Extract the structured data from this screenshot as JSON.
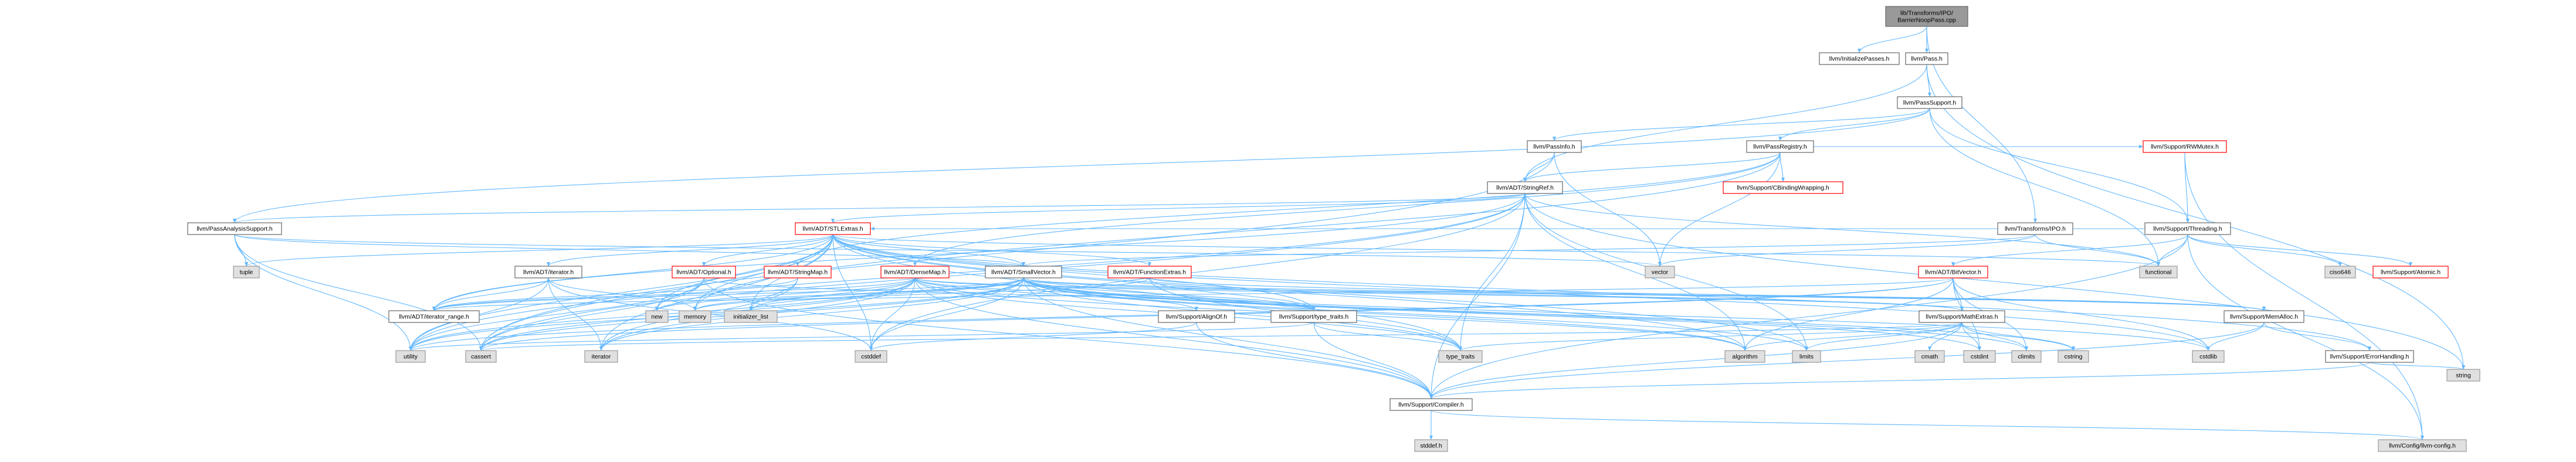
{
  "diagram": {
    "colors": {
      "edge": "#63b8ff",
      "root_fill": "#999999",
      "internal_fill": "#ffffff",
      "internal_border": "#666666",
      "red_border": "#ff0000",
      "external_fill": "#e0e0e0",
      "external_border": "#999999"
    },
    "nodes": [
      {
        "id": "n0",
        "label": "lib/Transforms/IPO/\nBarrierNoopPass.cpp",
        "kind": "root"
      },
      {
        "id": "n1",
        "label": "llvm/InitializePasses.h",
        "kind": "internal"
      },
      {
        "id": "n2",
        "label": "llvm/Pass.h",
        "kind": "internal"
      },
      {
        "id": "n3",
        "label": "llvm/Transforms/IPO.h",
        "kind": "internal"
      },
      {
        "id": "n4",
        "label": "llvm/PassSupport.h",
        "kind": "internal"
      },
      {
        "id": "n5",
        "label": "string",
        "kind": "external"
      },
      {
        "id": "n6",
        "label": "llvm/PassInfo.h",
        "kind": "internal"
      },
      {
        "id": "n7",
        "label": "llvm/PassRegistry.h",
        "kind": "internal"
      },
      {
        "id": "n8",
        "label": "llvm/PassAnalysisSupport.h",
        "kind": "internal"
      },
      {
        "id": "n9",
        "label": "llvm/Support/Threading.h",
        "kind": "internal"
      },
      {
        "id": "n10",
        "label": "functional",
        "kind": "external"
      },
      {
        "id": "n11",
        "label": "llvm/ADT/StringRef.h",
        "kind": "internal"
      },
      {
        "id": "n12",
        "label": "llvm/Support/CBindingWrapping.h",
        "kind": "red"
      },
      {
        "id": "n13",
        "label": "llvm/Support/RWMutex.h",
        "kind": "red"
      },
      {
        "id": "n14",
        "label": "llvm/ADT/STLExtras.h",
        "kind": "red"
      },
      {
        "id": "n15",
        "label": "llvm/ADT/iterator.h",
        "kind": "internal"
      },
      {
        "id": "n16",
        "label": "llvm/ADT/Optional.h",
        "kind": "red"
      },
      {
        "id": "n17",
        "label": "llvm/ADT/StringMap.h",
        "kind": "red"
      },
      {
        "id": "n18",
        "label": "llvm/ADT/DenseMap.h",
        "kind": "red"
      },
      {
        "id": "n19",
        "label": "llvm/ADT/SmallVector.h",
        "kind": "internal"
      },
      {
        "id": "n20",
        "label": "llvm/ADT/FunctionExtras.h",
        "kind": "red"
      },
      {
        "id": "n21",
        "label": "llvm/ADT/BitVector.h",
        "kind": "red"
      },
      {
        "id": "n22",
        "label": "llvm/Support/Atomic.h",
        "kind": "red"
      },
      {
        "id": "n23",
        "label": "ciso646",
        "kind": "external"
      },
      {
        "id": "n24",
        "label": "tuple",
        "kind": "external"
      },
      {
        "id": "n25",
        "label": "vector",
        "kind": "external"
      },
      {
        "id": "n26",
        "label": "new",
        "kind": "external"
      },
      {
        "id": "n27",
        "label": "memory",
        "kind": "external"
      },
      {
        "id": "n28",
        "label": "initializer_list",
        "kind": "external"
      },
      {
        "id": "n29",
        "label": "llvm/ADT/iterator_range.h",
        "kind": "internal"
      },
      {
        "id": "n30",
        "label": "llvm/Support/AlignOf.h",
        "kind": "internal"
      },
      {
        "id": "n31",
        "label": "llvm/Support/type_traits.h",
        "kind": "internal"
      },
      {
        "id": "n32",
        "label": "llvm/Support/MathExtras.h",
        "kind": "internal"
      },
      {
        "id": "n33",
        "label": "llvm/Support/MemAlloc.h",
        "kind": "internal"
      },
      {
        "id": "n34",
        "label": "llvm/Support/ErrorHandling.h",
        "kind": "internal"
      },
      {
        "id": "n35",
        "label": "utility",
        "kind": "external"
      },
      {
        "id": "n36",
        "label": "cassert",
        "kind": "external"
      },
      {
        "id": "n37",
        "label": "iterator",
        "kind": "external"
      },
      {
        "id": "n38",
        "label": "cstddef",
        "kind": "external"
      },
      {
        "id": "n39",
        "label": "type_traits",
        "kind": "external"
      },
      {
        "id": "n40",
        "label": "algorithm",
        "kind": "external"
      },
      {
        "id": "n41",
        "label": "limits",
        "kind": "external"
      },
      {
        "id": "n42",
        "label": "cmath",
        "kind": "external"
      },
      {
        "id": "n43",
        "label": "cstdint",
        "kind": "external"
      },
      {
        "id": "n44",
        "label": "climits",
        "kind": "external"
      },
      {
        "id": "n45",
        "label": "cstring",
        "kind": "external"
      },
      {
        "id": "n46",
        "label": "cstdlib",
        "kind": "external"
      },
      {
        "id": "n47",
        "label": "llvm/Support/Compiler.h",
        "kind": "internal"
      },
      {
        "id": "n48",
        "label": "stddef.h",
        "kind": "external"
      },
      {
        "id": "n49",
        "label": "llvm/Config/llvm-config.h",
        "kind": "external"
      }
    ],
    "edges": [
      [
        "n0",
        "n1"
      ],
      [
        "n0",
        "n2"
      ],
      [
        "n0",
        "n3"
      ],
      [
        "n2",
        "n4"
      ],
      [
        "n2",
        "n5"
      ],
      [
        "n2",
        "n11"
      ],
      [
        "n3",
        "n10"
      ],
      [
        "n3",
        "n25"
      ],
      [
        "n3",
        "n19"
      ],
      [
        "n4",
        "n6"
      ],
      [
        "n4",
        "n7"
      ],
      [
        "n4",
        "n8"
      ],
      [
        "n4",
        "n9"
      ],
      [
        "n4",
        "n10"
      ],
      [
        "n6",
        "n11"
      ],
      [
        "n6",
        "n25"
      ],
      [
        "n6",
        "n36"
      ],
      [
        "n7",
        "n11"
      ],
      [
        "n7",
        "n12"
      ],
      [
        "n7",
        "n13"
      ],
      [
        "n7",
        "n17"
      ],
      [
        "n7",
        "n18"
      ],
      [
        "n7",
        "n25"
      ],
      [
        "n7",
        "n27"
      ],
      [
        "n8",
        "n24"
      ],
      [
        "n8",
        "n25"
      ],
      [
        "n8",
        "n35"
      ],
      [
        "n8",
        "n36"
      ],
      [
        "n8",
        "n19"
      ],
      [
        "n9",
        "n10"
      ],
      [
        "n9",
        "n23"
      ],
      [
        "n9",
        "n22"
      ],
      [
        "n9",
        "n21"
      ],
      [
        "n9",
        "n14"
      ],
      [
        "n9",
        "n47"
      ],
      [
        "n9",
        "n49"
      ],
      [
        "n11",
        "n14"
      ],
      [
        "n11",
        "n29"
      ],
      [
        "n11",
        "n47"
      ],
      [
        "n11",
        "n40"
      ],
      [
        "n11",
        "n36"
      ],
      [
        "n11",
        "n38"
      ],
      [
        "n11",
        "n39"
      ],
      [
        "n11",
        "n41"
      ],
      [
        "n11",
        "n5"
      ],
      [
        "n11",
        "n35"
      ],
      [
        "n11",
        "n10"
      ],
      [
        "n11",
        "n8"
      ],
      [
        "n13",
        "n9"
      ],
      [
        "n13",
        "n49"
      ],
      [
        "n14",
        "n15"
      ],
      [
        "n14",
        "n16"
      ],
      [
        "n14",
        "n29"
      ],
      [
        "n14",
        "n31"
      ],
      [
        "n14",
        "n34"
      ],
      [
        "n14",
        "n36"
      ],
      [
        "n14",
        "n38"
      ],
      [
        "n14",
        "n40"
      ],
      [
        "n14",
        "n10"
      ],
      [
        "n14",
        "n24"
      ],
      [
        "n14",
        "n35"
      ],
      [
        "n14",
        "n27"
      ],
      [
        "n14",
        "n37"
      ],
      [
        "n14",
        "n39"
      ],
      [
        "n14",
        "n41"
      ],
      [
        "n14",
        "n28"
      ],
      [
        "n14",
        "n46"
      ],
      [
        "n14",
        "n26"
      ],
      [
        "n14",
        "n19"
      ],
      [
        "n14",
        "n20"
      ],
      [
        "n15",
        "n29"
      ],
      [
        "n15",
        "n35"
      ],
      [
        "n15",
        "n37"
      ],
      [
        "n15",
        "n38"
      ],
      [
        "n15",
        "n27"
      ],
      [
        "n16",
        "n47"
      ],
      [
        "n16",
        "n31"
      ],
      [
        "n16",
        "n26"
      ],
      [
        "n16",
        "n35"
      ],
      [
        "n16",
        "n36"
      ],
      [
        "n17",
        "n29"
      ],
      [
        "n17",
        "n28"
      ],
      [
        "n17",
        "n37"
      ],
      [
        "n18",
        "n30"
      ],
      [
        "n18",
        "n31"
      ],
      [
        "n18",
        "n32"
      ],
      [
        "n18",
        "n33"
      ],
      [
        "n18",
        "n35"
      ],
      [
        "n18",
        "n36"
      ],
      [
        "n18",
        "n38"
      ],
      [
        "n18",
        "n40"
      ],
      [
        "n18",
        "n37"
      ],
      [
        "n18",
        "n39"
      ],
      [
        "n18",
        "n26"
      ],
      [
        "n18",
        "n28"
      ],
      [
        "n18",
        "n29"
      ],
      [
        "n18",
        "n47"
      ],
      [
        "n19",
        "n29"
      ],
      [
        "n19",
        "n31"
      ],
      [
        "n19",
        "n32"
      ],
      [
        "n19",
        "n33"
      ],
      [
        "n19",
        "n47"
      ],
      [
        "n19",
        "n40"
      ],
      [
        "n19",
        "n36"
      ],
      [
        "n19",
        "n38"
      ],
      [
        "n19",
        "n46"
      ],
      [
        "n19",
        "n45"
      ],
      [
        "n19",
        "n39"
      ],
      [
        "n19",
        "n41"
      ],
      [
        "n19",
        "n27"
      ],
      [
        "n19",
        "n26"
      ],
      [
        "n19",
        "n28"
      ],
      [
        "n19",
        "n35"
      ],
      [
        "n19",
        "n37"
      ],
      [
        "n19",
        "n43"
      ],
      [
        "n19",
        "n44"
      ],
      [
        "n20",
        "n31"
      ],
      [
        "n20",
        "n33"
      ],
      [
        "n20",
        "n39"
      ],
      [
        "n20",
        "n27"
      ],
      [
        "n21",
        "n29"
      ],
      [
        "n21",
        "n32"
      ],
      [
        "n21",
        "n40"
      ],
      [
        "n21",
        "n36"
      ],
      [
        "n21",
        "n44"
      ],
      [
        "n21",
        "n46"
      ],
      [
        "n21",
        "n35"
      ],
      [
        "n21",
        "n43"
      ],
      [
        "n30",
        "n38"
      ],
      [
        "n30",
        "n47"
      ],
      [
        "n31",
        "n39"
      ],
      [
        "n31",
        "n35"
      ],
      [
        "n31",
        "n47"
      ],
      [
        "n32",
        "n47"
      ],
      [
        "n32",
        "n40"
      ],
      [
        "n32",
        "n36"
      ],
      [
        "n32",
        "n42"
      ],
      [
        "n32",
        "n43"
      ],
      [
        "n32",
        "n44"
      ],
      [
        "n32",
        "n45"
      ],
      [
        "n32",
        "n41"
      ],
      [
        "n32",
        "n39"
      ],
      [
        "n33",
        "n47"
      ],
      [
        "n33",
        "n34"
      ],
      [
        "n33",
        "n46"
      ],
      [
        "n34",
        "n47"
      ],
      [
        "n34",
        "n5"
      ],
      [
        "n47",
        "n48"
      ],
      [
        "n47",
        "n49"
      ]
    ]
  }
}
